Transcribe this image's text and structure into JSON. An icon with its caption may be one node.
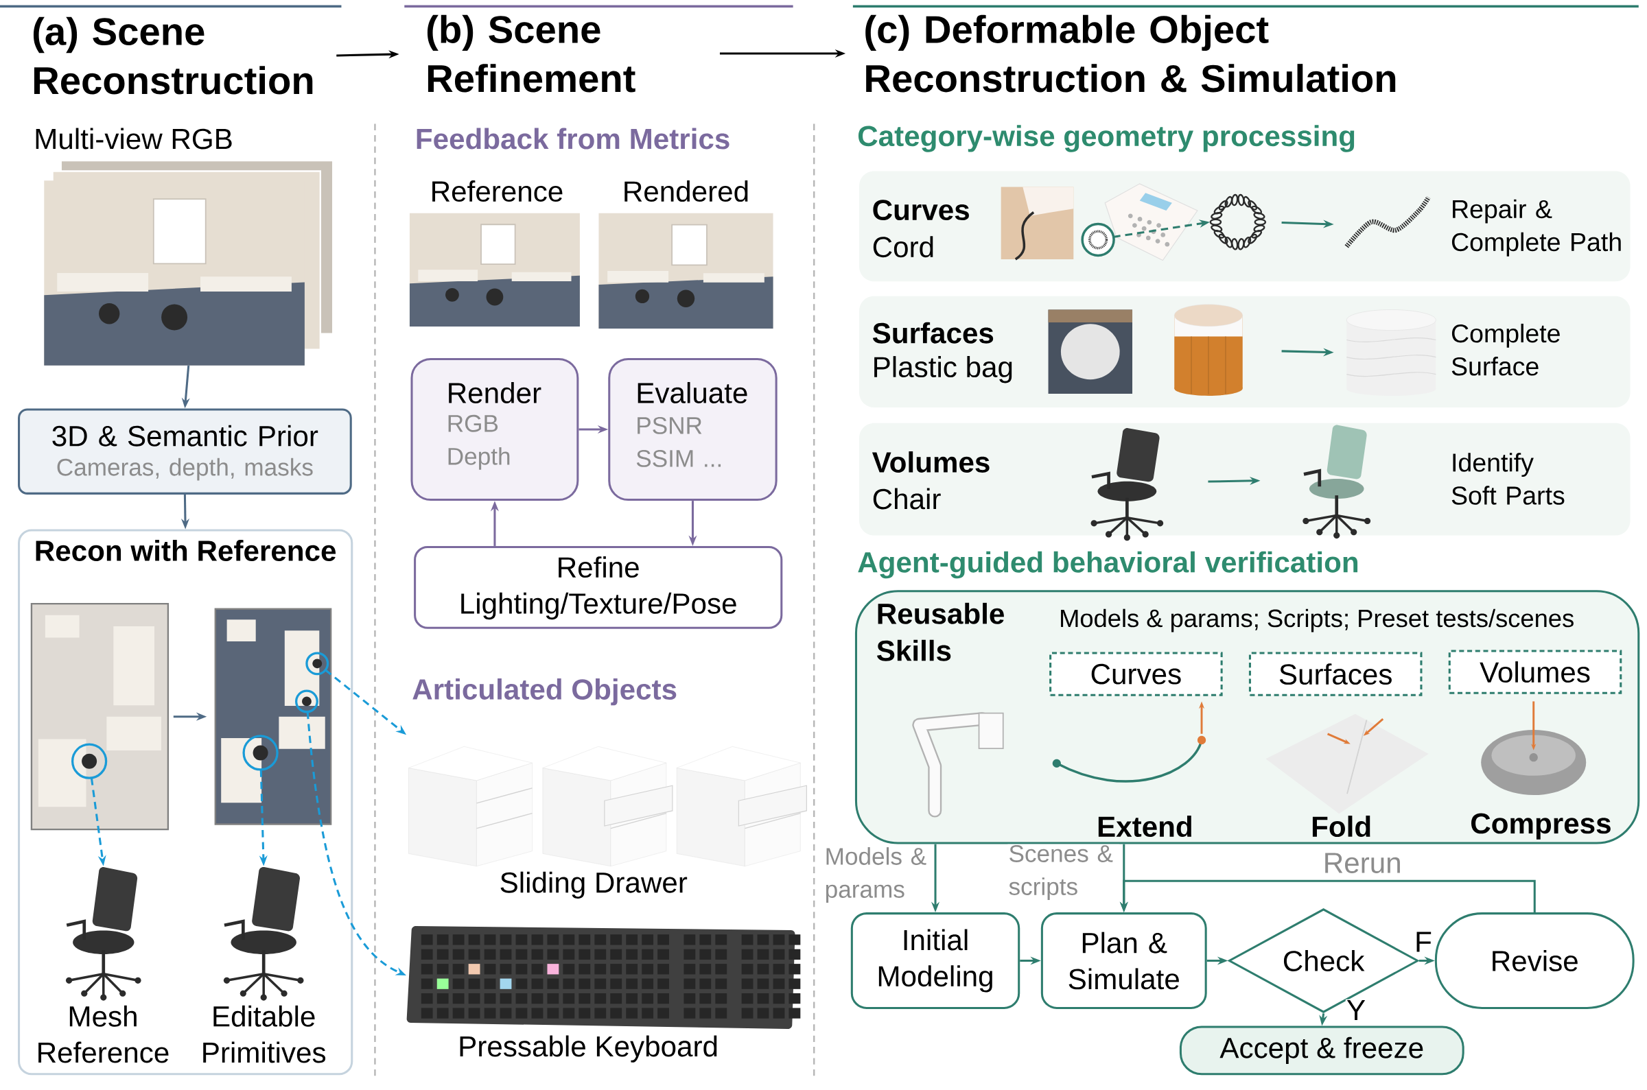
{
  "diagram": {
    "nodes": [
      {
        "text": [
          "(a) Scene Reconstruction"
        ]
      },
      {
        "text": [],
        "shape": "picture",
        "beside": [
          "Multi-view RGB"
        ]
      },
      {
        "text": [
          "3D & Semantic Prior",
          "Cameras, depth, masks"
        ]
      },
      {
        "text": [
          "Recon with Reference"
        ]
      },
      {
        "text": [],
        "shape": "picture",
        "in": 3
      },
      {
        "text": [],
        "shape": "picture",
        "in": 3
      },
      {
        "text": [],
        "shape": "picture",
        "in": 3,
        "beside": [
          "Mesh Reference"
        ]
      },
      {
        "text": [],
        "shape": "picture",
        "in": 3,
        "beside": [
          "Editable Primitives"
        ]
      },
      {
        "text": [
          "(b) Scene Refinement"
        ]
      },
      {
        "text": [],
        "shape": "picture",
        "beside": [
          "Reference"
        ]
      },
      {
        "text": [],
        "shape": "picture",
        "beside": [
          "Rendered"
        ]
      },
      {
        "text": [
          "Render",
          "RGB Depth"
        ]
      },
      {
        "text": [
          "Evaluate",
          "PSNR SSIM ..."
        ]
      },
      {
        "text": [
          "Refine Lighting/Texture/Pose"
        ]
      },
      {
        "text": [],
        "shape": "picture",
        "beside": [
          "Sliding Drawer"
        ]
      },
      {
        "text": [],
        "shape": "picture",
        "beside": [
          "Pressable Keyboard"
        ]
      },
      {
        "text": [
          "(c) Deformable Object Reconstruction & Simulation"
        ]
      },
      {
        "text": [
          "Curves",
          "Cord",
          "Repair & Complete Path"
        ]
      },
      {
        "text": [],
        "shape": "picture",
        "in": 17
      },
      {
        "text": [],
        "shape": "picture",
        "in": 17
      },
      {
        "text": [],
        "shape": "picture",
        "in": 17
      },
      {
        "text": [],
        "shape": "picture",
        "in": 17
      },
      {
        "text": [
          "Surfaces",
          "Plastic bag",
          "Complete Surface"
        ]
      },
      {
        "text": [],
        "shape": "picture",
        "in": 22
      },
      {
        "text": [],
        "shape": "picture",
        "in": 22
      },
      {
        "text": [],
        "shape": "picture",
        "in": 22
      },
      {
        "text": [
          "Volumes",
          "Chair",
          "Identify Soft Parts"
        ]
      },
      {
        "text": [],
        "shape": "picture",
        "in": 26
      },
      {
        "text": [],
        "shape": "picture",
        "in": 26
      },
      {
        "text": [
          "Reusable Skills",
          "Models & params; Scripts; Preset tests/scenes"
        ]
      },
      {
        "text": [
          "Curves"
        ],
        "in": 29
      },
      {
        "text": [
          "Surfaces"
        ],
        "in": 29
      },
      {
        "text": [
          "Volumes"
        ],
        "in": 29
      },
      {
        "text": [],
        "shape": "picture",
        "in": 29
      },
      {
        "text": [],
        "shape": "picture",
        "in": 29,
        "beside": [
          "Extend"
        ]
      },
      {
        "text": [],
        "shape": "picture",
        "in": 29,
        "beside": [
          "Fold"
        ]
      },
      {
        "text": [],
        "shape": "picture",
        "in": 29,
        "beside": [
          "Compress"
        ]
      },
      {
        "text": [
          "Initial Modeling"
        ]
      },
      {
        "text": [
          "Plan & Simulate"
        ]
      },
      {
        "text": [
          "Check"
        ]
      },
      {
        "text": [
          "Revise"
        ]
      },
      {
        "text": [
          "Accept & freeze"
        ]
      }
    ],
    "edges": [
      {
        "from": 0,
        "to": 8,
        "arrow": "to",
        "color": "#000000"
      },
      {
        "from": 8,
        "to": 16,
        "arrow": "to",
        "color": "#000000"
      },
      {
        "from": 1,
        "to": 2,
        "arrow": "to",
        "color": "#4e6a85"
      },
      {
        "from": 2,
        "to": 3,
        "arrow": "to",
        "color": "#4e6a85"
      },
      {
        "from": 4,
        "to": 5,
        "arrow": "to",
        "color": "#4e6a85"
      },
      {
        "from": 4,
        "to": 6,
        "arrow": "to",
        "style": "dashed",
        "color": "#1a9bd7"
      },
      {
        "from": 5,
        "to": 7,
        "arrow": "to",
        "style": "dashed",
        "color": "#1a9bd7"
      },
      {
        "from": 5,
        "to": 14,
        "arrow": "to",
        "style": "dashed",
        "color": "#1a9bd7"
      },
      {
        "from": 5,
        "to": 15,
        "arrow": "to",
        "style": "dashed",
        "color": "#1a9bd7"
      },
      {
        "from": 11,
        "to": 12,
        "arrow": "to",
        "color": "#7b6a9e"
      },
      {
        "from": 12,
        "to": 13,
        "arrow": "to",
        "color": "#7b6a9e"
      },
      {
        "from": 13,
        "to": 11,
        "arrow": "to",
        "color": "#7b6a9e"
      },
      {
        "from": 19,
        "to": 20,
        "arrow": "to",
        "style": "dashed"
      },
      {
        "from": 20,
        "to": 21,
        "arrow": "to"
      },
      {
        "from": 24,
        "to": 25,
        "arrow": "to"
      },
      {
        "from": 27,
        "to": 28,
        "arrow": "to"
      },
      {
        "from": 29,
        "to": 37,
        "arrow": "to",
        "label": "Models & params"
      },
      {
        "from": 29,
        "to": 38,
        "arrow": "to",
        "label": "Scenes & scripts"
      },
      {
        "from": 37,
        "to": 38,
        "arrow": "to"
      },
      {
        "from": 38,
        "to": 39,
        "arrow": "to"
      },
      {
        "from": 39,
        "to": 40,
        "arrow": "to",
        "label": "F"
      },
      {
        "from": 39,
        "to": 41,
        "arrow": "to",
        "label": "Y"
      },
      {
        "from": 40,
        "to": 38,
        "arrow": "to",
        "label": "Rerun"
      }
    ],
    "labels": [
      "Feedback from Metrics",
      "Articulated Objects",
      "Category-wise geometry processing",
      "Agent-guided behavioral verification"
    ]
  }
}
